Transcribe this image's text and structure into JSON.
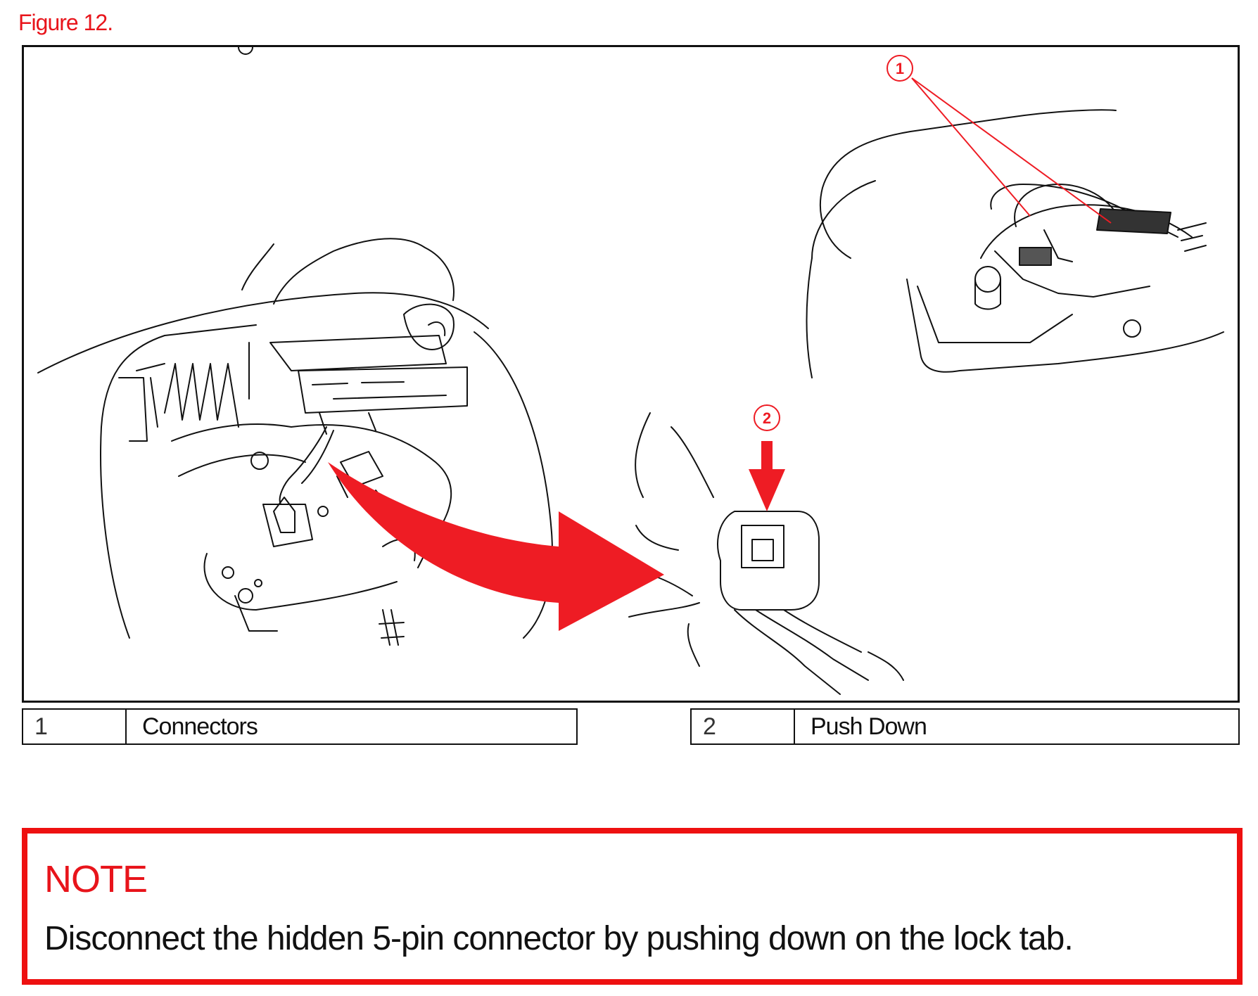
{
  "figure": {
    "title": "Figure 12.",
    "callouts": [
      {
        "number": "1",
        "label": "Connectors"
      },
      {
        "number": "2",
        "label": "Push Down"
      }
    ]
  },
  "legend": [
    {
      "number": "1",
      "label": "Connectors"
    },
    {
      "number": "2",
      "label": "Push Down"
    }
  ],
  "note": {
    "title": "NOTE",
    "text": "Disconnect the hidden 5-pin connector by pushing down on the lock tab."
  },
  "colors": {
    "accent_red": "#e8141b",
    "line": "#111111"
  }
}
